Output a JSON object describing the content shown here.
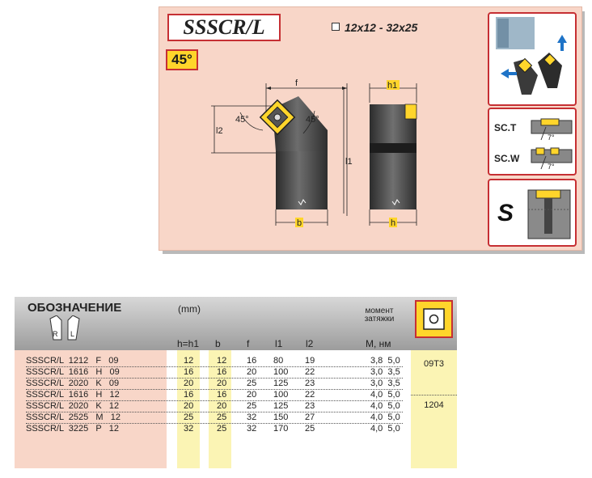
{
  "header": {
    "title": "SSSCR/L",
    "size_range": "12x12 - 32x25",
    "angle": "45°"
  },
  "drawing": {
    "dim_f": "f",
    "dim_l1": "l1",
    "dim_l2": "l2",
    "dim_b": "b",
    "dim_h1": "h1",
    "dim_h": "h",
    "angle_left": "45°",
    "angle_right": "45°"
  },
  "side": {
    "sc_t": "SC.T",
    "sc_w": "SC.W",
    "angle": "7°",
    "s_letter": "S"
  },
  "table": {
    "title": "ОБОЗНАЧЕНИЕ",
    "unit": "(mm)",
    "torque_line1": "момент",
    "torque_line2": "затяжки",
    "rl_r": "R",
    "rl_l": "L",
    "columns": [
      "h=h1",
      "b",
      "f",
      "l1",
      "l2",
      "M, нм"
    ],
    "rows": [
      {
        "code": "SSSCR/L  1212   F   09",
        "h": "12",
        "b": "12",
        "f": "16",
        "l1": "80",
        "l2": "19",
        "m": "3,8  5,0"
      },
      {
        "code": "SSSCR/L  1616   H   09",
        "h": "16",
        "b": "16",
        "f": "20",
        "l1": "100",
        "l2": "22",
        "m": "3,0  3,5"
      },
      {
        "code": "SSSCR/L  2020   K   09",
        "h": "20",
        "b": "20",
        "f": "25",
        "l1": "125",
        "l2": "23",
        "m": "3,0  3,5"
      },
      {
        "code": "SSSCR/L  1616   H   12",
        "h": "16",
        "b": "16",
        "f": "20",
        "l1": "100",
        "l2": "22",
        "m": "4,0  5,0"
      },
      {
        "code": "SSSCR/L  2020   K   12",
        "h": "20",
        "b": "20",
        "f": "25",
        "l1": "125",
        "l2": "23",
        "m": "4,0  5,0"
      },
      {
        "code": "SSSCR/L  2525   M   12",
        "h": "25",
        "b": "25",
        "f": "32",
        "l1": "150",
        "l2": "27",
        "m": "4,0  5,0"
      },
      {
        "code": "SSSCR/L  3225   P   12",
        "h": "32",
        "b": "25",
        "f": "32",
        "l1": "170",
        "l2": "25",
        "m": "4,0  5,0"
      }
    ],
    "inserts": [
      "09T3",
      "1204"
    ]
  }
}
